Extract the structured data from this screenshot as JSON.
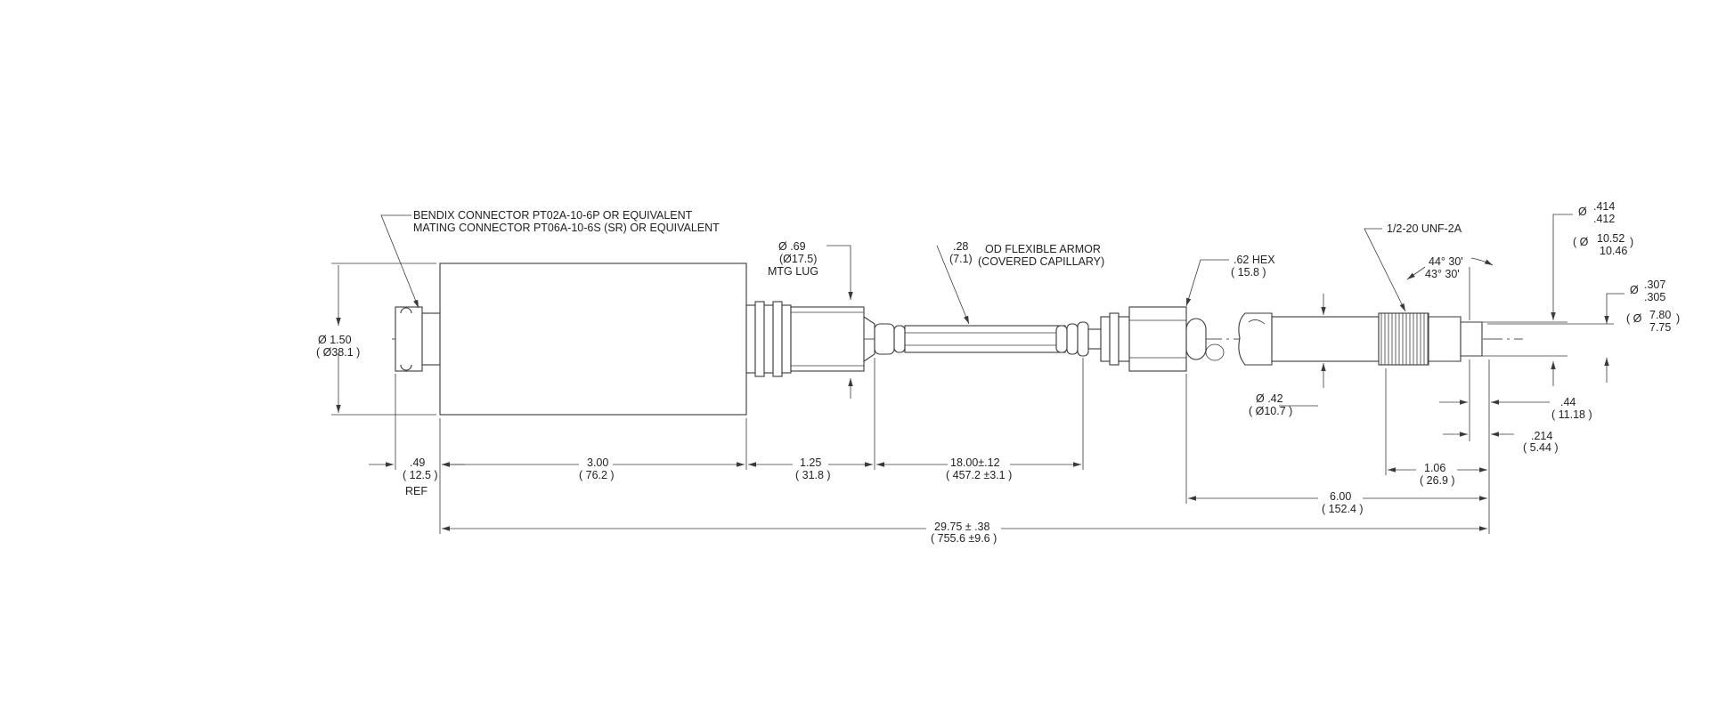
{
  "callouts": {
    "connector_line1": "BENDIX CONNECTOR  PT02A-10-6P OR EQUIVALENT",
    "connector_line2": "MATING CONNECTOR  PT06A-10-6S (SR) OR EQUIVALENT",
    "lug_dia": "Ø .69",
    "lug_dia_mm": "(Ø17.5)",
    "lug_label": "MTG LUG",
    "armor_od": ".28",
    "armor_od_mm": "(7.1)",
    "armor_line1": "OD FLEXIBLE ARMOR",
    "armor_line2": "(COVERED CAPILLARY)",
    "hex": ".62 HEX",
    "hex_mm": "( 15.8 )",
    "thread": "1/2-20 UNF-2A",
    "angle1": "44° 30'",
    "angle2": "43° 30'",
    "tip_dia_symbol": "Ø",
    "tip_dia_max": ".414",
    "tip_dia_min": ".412",
    "tip_dia_mm_max": "10.52",
    "tip_dia_mm_min": "10.46",
    "nose_dia_symbol": "Ø",
    "nose_dia_max": ".307",
    "nose_dia_min": ".305",
    "nose_dia_mm_max": "7.80",
    "nose_dia_mm_min": "7.75"
  },
  "dimensions": {
    "body_dia": "Ø 1.50",
    "body_dia_mm": "( Ø38.1 )",
    "stem_dia": "Ø .42",
    "stem_dia_mm": "( Ø10.7 )",
    "connector_len": ".49",
    "connector_len_mm": "( 12.5 )",
    "connector_ref": "REF",
    "body_len": "3.00",
    "body_len_mm": "( 76.2 )",
    "lug_len": "1.25",
    "lug_len_mm": "( 31.8 )",
    "armor_len": "18.00±.12",
    "armor_len_mm": "( 457.2 ±3.1 )",
    "thread_len": "1.06",
    "thread_len_mm": "( 26.9 )",
    "stem_len": "6.00",
    "stem_len_mm": "( 152.4 )",
    "tip_len": ".44",
    "tip_len_mm": "( 11.18 )",
    "nose_len": ".214",
    "nose_len_mm": "( 5.44 )",
    "overall_len": "29.75 ± .38",
    "overall_len_mm": "( 755.6 ±9.6 )"
  }
}
